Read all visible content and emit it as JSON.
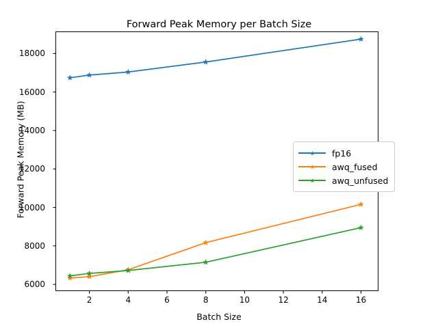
{
  "chart_data": {
    "type": "line",
    "title": "Forward Peak Memory per Batch Size",
    "xlabel": "Batch Size",
    "ylabel": "Forward Peak Memory (MB)",
    "x": [
      1,
      2,
      4,
      8,
      16
    ],
    "xlim": [
      0.25,
      16.9
    ],
    "ylim": [
      5650,
      19150
    ],
    "xticks": [
      2,
      4,
      6,
      8,
      10,
      12,
      14,
      16
    ],
    "xtick_labels": [
      "2",
      "4",
      "6",
      "8",
      "10",
      "12",
      "14",
      "16"
    ],
    "yticks": [
      6000,
      8000,
      10000,
      12000,
      14000,
      16000,
      18000
    ],
    "ytick_labels": [
      "6000",
      "8000",
      "10000",
      "12000",
      "14000",
      "16000",
      "18000"
    ],
    "grid": false,
    "legend_position": "center-right",
    "marker": "star",
    "series": [
      {
        "name": "fp16",
        "color": "#1f77b4",
        "values": [
          16740,
          16880,
          17040,
          17560,
          18750
        ]
      },
      {
        "name": "awq_fused",
        "color": "#ff7f0e",
        "values": [
          6330,
          6400,
          6760,
          8170,
          10160
        ]
      },
      {
        "name": "awq_unfused",
        "color": "#2ca02c",
        "values": [
          6440,
          6570,
          6720,
          7150,
          8950
        ]
      }
    ]
  },
  "legend": {
    "items": [
      {
        "label": "fp16"
      },
      {
        "label": "awq_fused"
      },
      {
        "label": "awq_unfused"
      }
    ]
  }
}
